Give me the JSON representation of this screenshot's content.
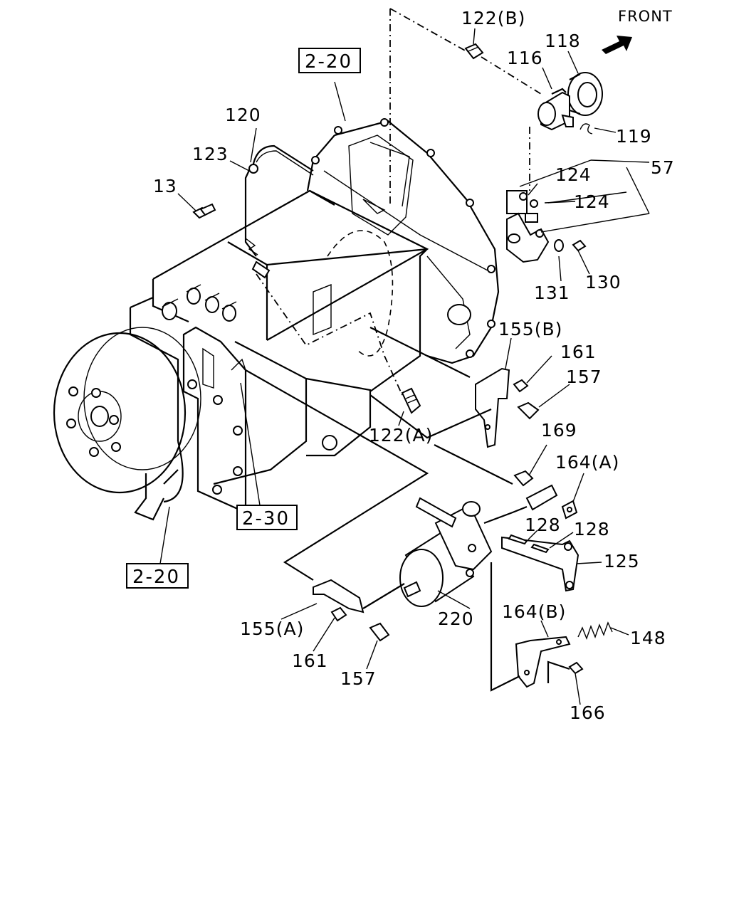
{
  "front_indicator": "FRONT",
  "arrow_icon": "front-arrow-icon",
  "reference_boxes": {
    "ref_top": "2-20",
    "ref_mid": "2-30",
    "ref_bottom": "2-20"
  },
  "labels": {
    "p122b": "122(B)",
    "p118": "118",
    "p116": "116",
    "p119": "119",
    "p120": "120",
    "p123": "123",
    "p13": "13",
    "p124a": "124",
    "p124b": "124",
    "p57": "57",
    "p131": "131",
    "p130": "130",
    "p155b": "155(B)",
    "p161a": "161",
    "p157a": "157",
    "p122a": "122(A)",
    "p169": "169",
    "p164a": "164(A)",
    "p128a": "128",
    "p128b": "128",
    "p125": "125",
    "p220": "220",
    "p164b": "164(B)",
    "p148": "148",
    "p155a": "155(A)",
    "p161b": "161",
    "p157b": "157",
    "p166": "166"
  }
}
